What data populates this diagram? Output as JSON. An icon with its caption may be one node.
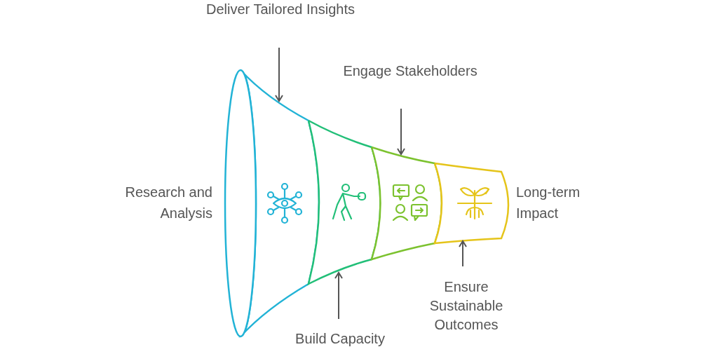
{
  "diagram": {
    "nodes": [
      {
        "text": [],
        "shape": "band"
      },
      {
        "text": [],
        "shape": "band"
      },
      {
        "text": [],
        "shape": "band"
      },
      {
        "text": [],
        "shape": "band"
      },
      {
        "text": [
          "Deliver Tailored Insights"
        ]
      },
      {
        "text": [
          "Engage Stakeholders"
        ]
      },
      {
        "text": [
          "Build Capacity"
        ]
      },
      {
        "text": [
          "Ensure Sustainable Outcomes"
        ]
      }
    ],
    "edges": [
      {
        "from": 4,
        "to": 0,
        "arrow": "to"
      },
      {
        "from": 5,
        "to": 2,
        "arrow": "to"
      },
      {
        "from": 6,
        "to": 1,
        "arrow": "to"
      },
      {
        "from": 7,
        "to": 3,
        "arrow": "to"
      }
    ],
    "labels": [
      "Research and Analysis",
      "Long-term Impact"
    ]
  }
}
